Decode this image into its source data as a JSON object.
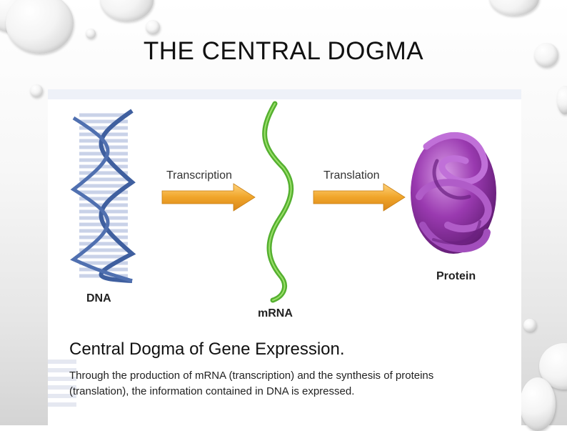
{
  "slide": {
    "title": "THE CENTRAL DOGMA"
  },
  "figure": {
    "labels": {
      "dna": "DNA",
      "mrna": "mRNA",
      "protein": "Protein",
      "transcription": "Transcription",
      "translation": "Translation"
    },
    "caption": {
      "title": "Central Dogma of Gene Expression.",
      "line1": "Through the production of mRNA (transcription) and the synthesis of proteins",
      "line2": "(translation), the information contained in DNA is expressed."
    },
    "colors": {
      "dna_backbone": "#3f5f9f",
      "dna_rung": "#c9d2e8",
      "mrna": "#55b030",
      "arrow": "#f0a52a",
      "protein": "#8a2fa0"
    }
  }
}
